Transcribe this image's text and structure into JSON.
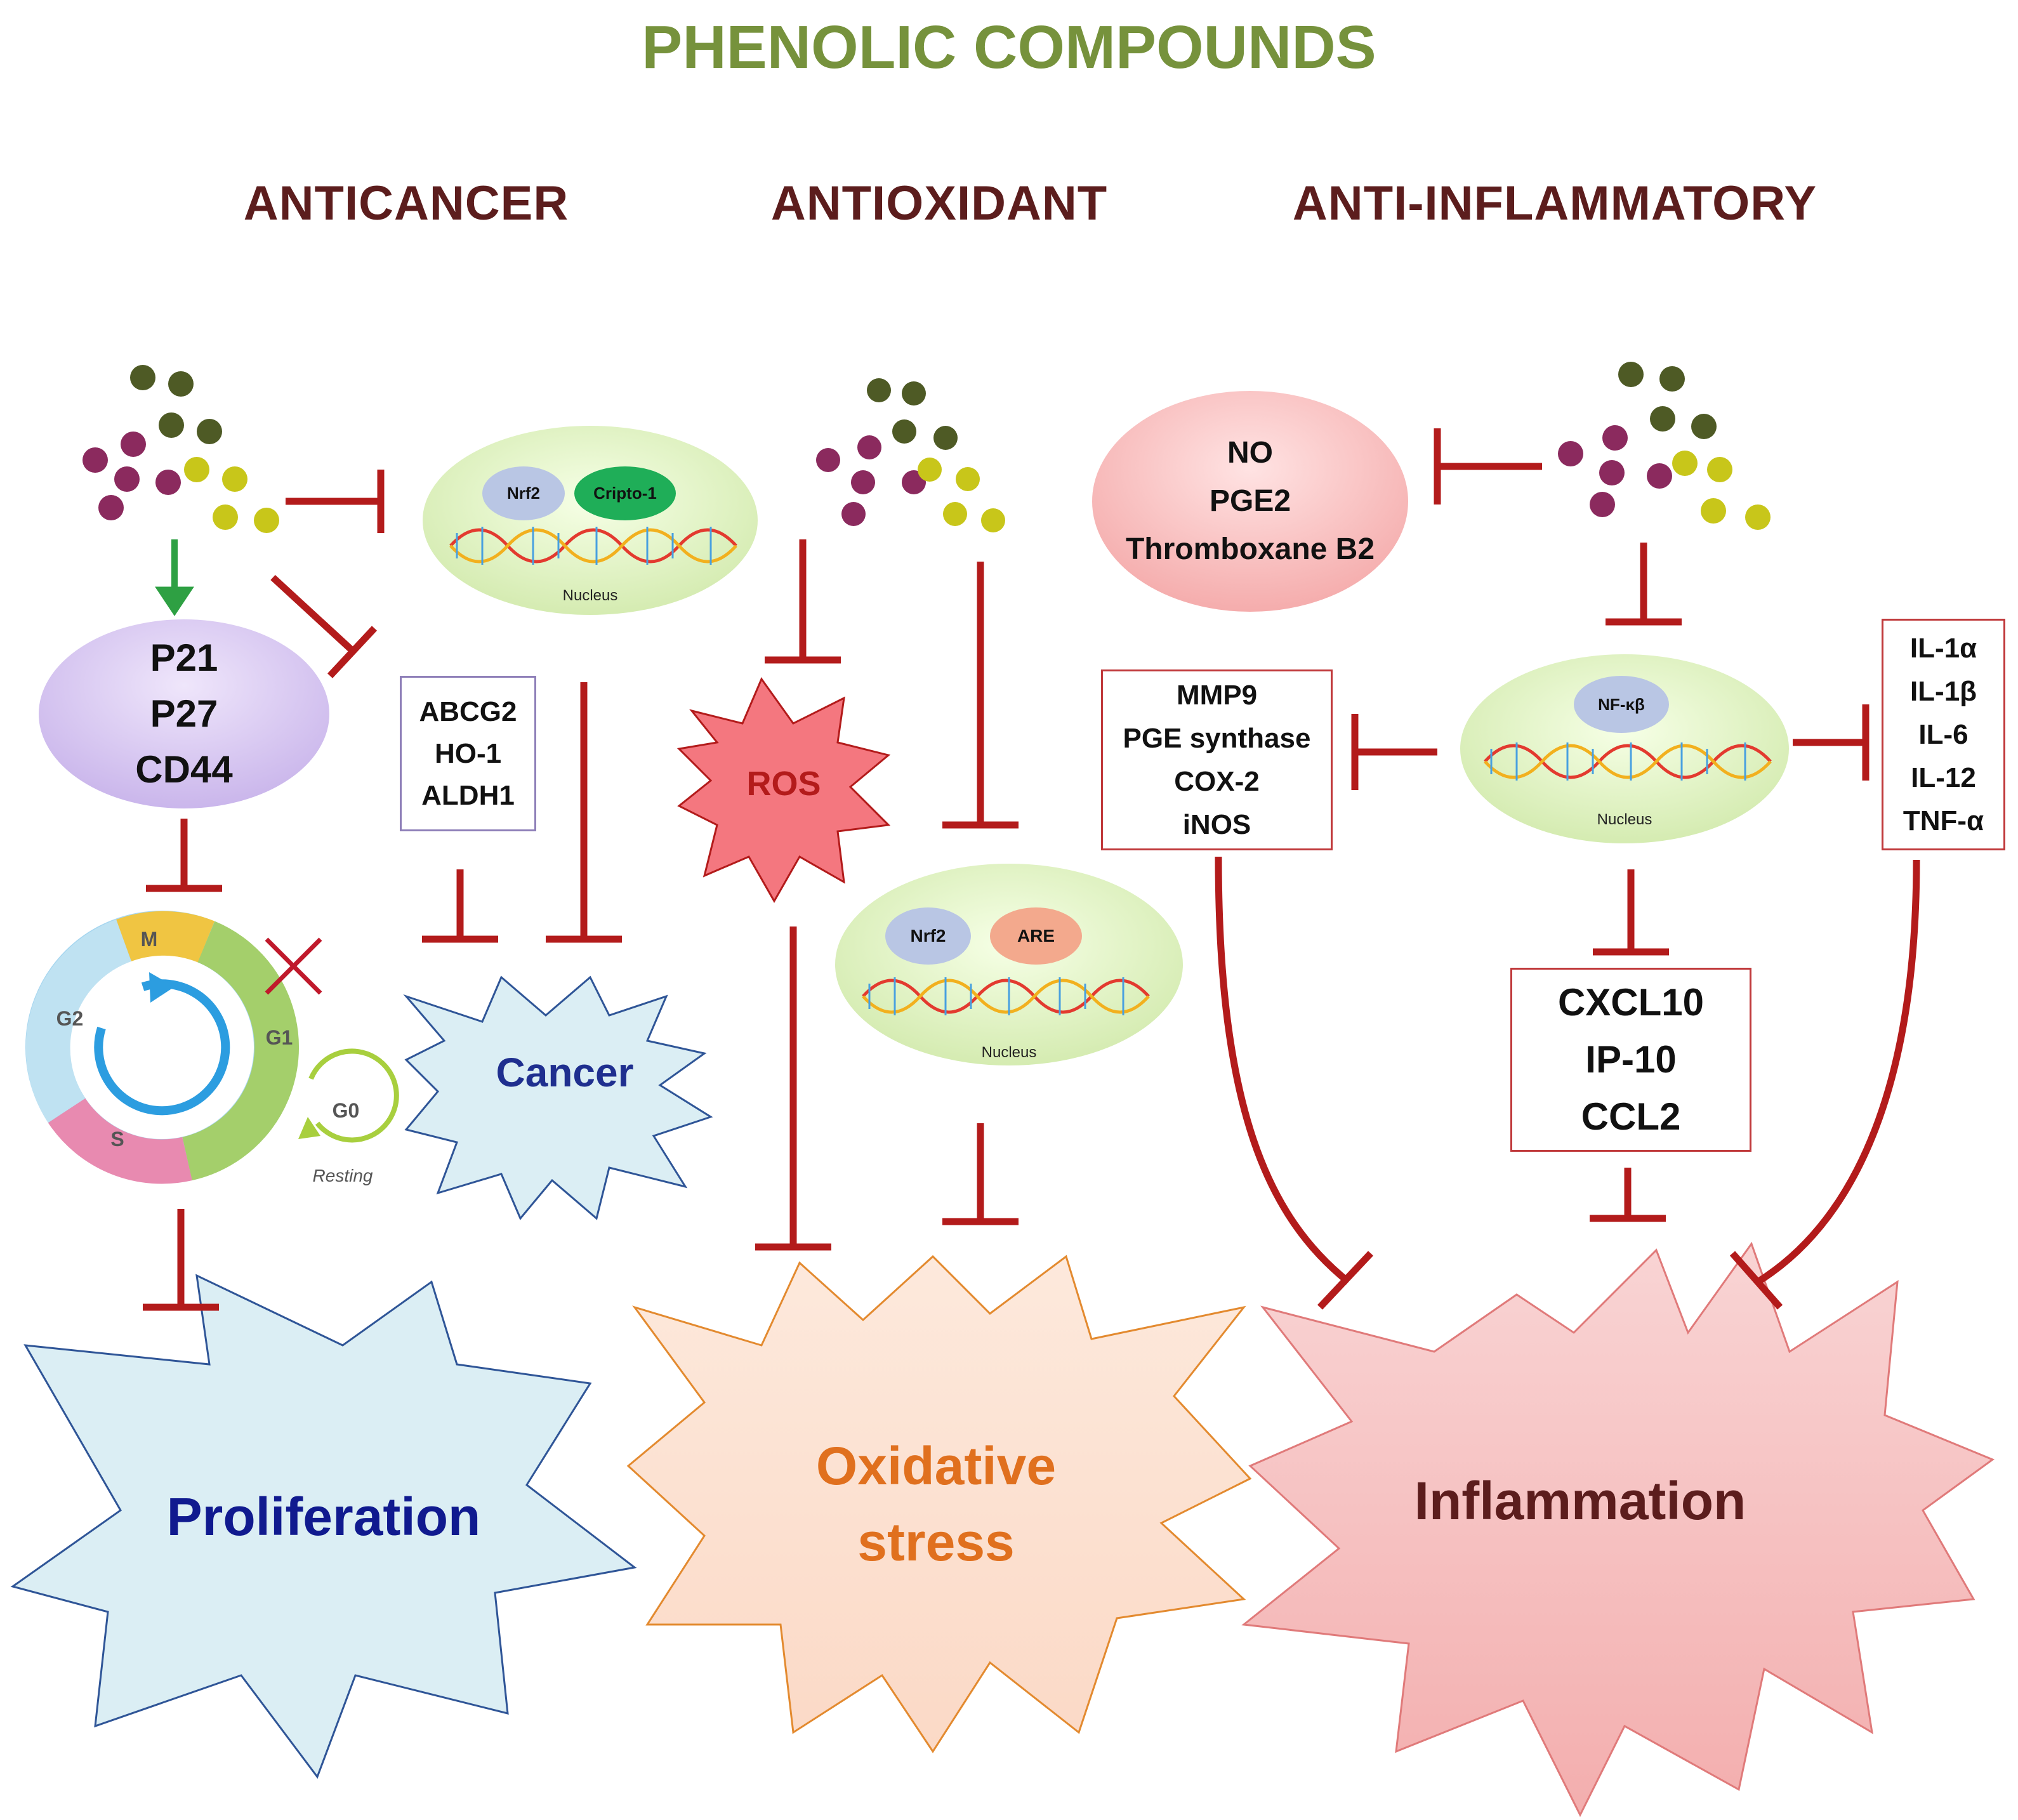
{
  "title": "PHENOLIC COMPOUNDS",
  "columns": {
    "anticancer": "ANTICANCER",
    "antioxidant": "ANTIOXIDANT",
    "anti_inflammatory": "ANTI-INFLAMMATORY"
  },
  "anticancer": {
    "markers": [
      "P21",
      "P27",
      "CD44"
    ],
    "nucleus": {
      "proteins": [
        "Nrf2",
        "Cripto-1"
      ],
      "label": "Nucleus"
    },
    "transporters": [
      "ABCG2",
      "HO-1",
      "ALDH1"
    ],
    "cell_cycle": {
      "phases": [
        "M",
        "G2",
        "G1",
        "S",
        "G0"
      ],
      "resting": "Resting"
    },
    "cancer": "Cancer",
    "outcome": "Proliferation"
  },
  "antioxidant": {
    "ros": "ROS",
    "nucleus": {
      "proteins": [
        "Nrf2",
        "ARE"
      ],
      "label": "Nucleus"
    },
    "outcome": [
      "Oxidative",
      "stress"
    ]
  },
  "anti_inflammatory": {
    "mediators": [
      "NO",
      "PGE2",
      "Thromboxane B2"
    ],
    "nucleus": {
      "protein": "NF-κβ",
      "label": "Nucleus"
    },
    "enzymes": [
      "MMP9",
      "PGE synthase",
      "COX-2",
      "iNOS"
    ],
    "cytokines": [
      "IL-1α",
      "IL-1β",
      "IL-6",
      "IL-12",
      "TNF-α"
    ],
    "chemokines": [
      "CXCL10",
      "IP-10",
      "CCL2"
    ],
    "outcome": "Inflammation"
  },
  "colors": {
    "title": "#76923c",
    "heading": "#5c1d1d",
    "inhibit": "#b31b1b",
    "activate": "#2ea043",
    "proliferation_fill": "#dbeef4",
    "oxidative_fill": "#fde3d2",
    "inflammation_fill": "#f7c6c6"
  }
}
